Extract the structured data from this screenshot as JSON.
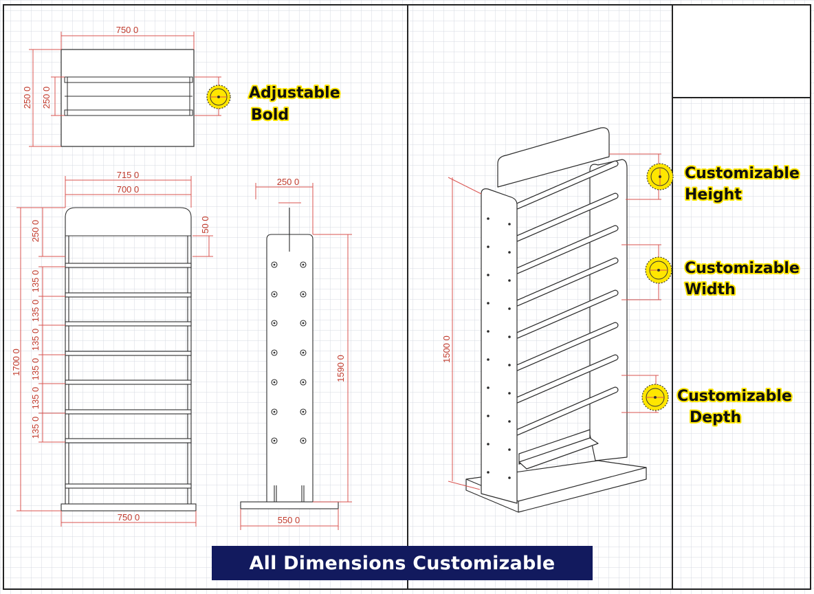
{
  "callouts": {
    "adjustable_bold": [
      "Adjustable",
      "Bold"
    ],
    "height": [
      "Customizable",
      "Height"
    ],
    "width": [
      "Customizable",
      "Width"
    ],
    "depth": [
      "Customizable",
      "Depth"
    ]
  },
  "dimensions": {
    "top_view_width": "750 0",
    "top_view_depth_outer": "250 0",
    "top_view_depth_inner": "250 0",
    "front_width_outer": "715 0",
    "front_width_inner": "700 0",
    "front_header_height": "250 0",
    "front_header_gap": "50 0",
    "front_total_height": "1700 0",
    "front_shelf_spacing": [
      "135 0",
      "135 0",
      "135 0",
      "135 0",
      "135 0",
      "135 0"
    ],
    "front_base_width": "750 0",
    "side_top_depth": "250 0",
    "side_height": "1590 0",
    "side_base_depth": "550 0",
    "iso_height": "1500 0"
  },
  "banner": "All Dimensions Customizable",
  "colors": {
    "dimension_line": "#d9534f",
    "outline": "#2b2b2b",
    "grid": "#d4d9e0",
    "callout_highlight": "#ffe600",
    "banner_bg": "#121a5e"
  }
}
